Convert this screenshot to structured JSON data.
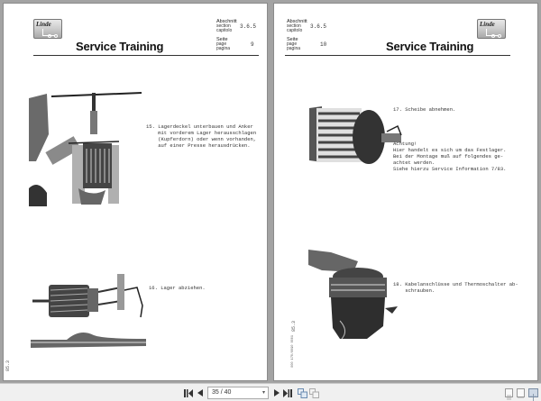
{
  "document": {
    "left_page": {
      "header": {
        "brand": "Linde",
        "title": "Service Training",
        "section_label": "Abschnitt",
        "section_label_en": "section",
        "section_label_it": "capitolo",
        "section_value": "3.6.5",
        "page_label": "Seite",
        "page_label_en": "page",
        "page_label_it": "pagina",
        "page_value": "9"
      },
      "steps": [
        {
          "text": "15. Lagerdeckel unterbauen und Anker\n    mit vorderem Lager herausschlagen\n    (Kupferdorn) oder wenn vorhanden,\n    auf einer Presse herausdrücken."
        },
        {
          "text": "16. Lager abziehen."
        }
      ],
      "side_code": "85.3"
    },
    "right_page": {
      "header": {
        "brand": "Linde",
        "title": "Service Training",
        "section_label": "Abschnitt",
        "section_label_en": "section",
        "section_label_it": "capitolo",
        "section_value": "3.6.5",
        "page_label": "Seite",
        "page_label_en": "page",
        "page_label_it": "pagina",
        "page_value": "10"
      },
      "steps": [
        {
          "text": "17. Scheibe abnehmen."
        },
        {
          "text": "Achtung!\nHier handelt es sich um das Festlager.\nBei der Montage muß auf folgendes ge-\nachtet werden.\nSiehe hierzu Service Information 7/83."
        },
        {
          "text": "18. Kabelanschlüsse und Thermoschalter ab-\n    schrauben."
        }
      ],
      "side_code": "85.3",
      "side_code_small": "000 170/0090 0001"
    }
  },
  "toolbar": {
    "first_page": "first-page",
    "prev_page": "previous-page",
    "page_indicator": "35 / 40",
    "next_page": "next-page",
    "last_page": "last-page",
    "view_modes": [
      "single-page",
      "continuous",
      "two-page"
    ],
    "active_view": "two-page"
  }
}
